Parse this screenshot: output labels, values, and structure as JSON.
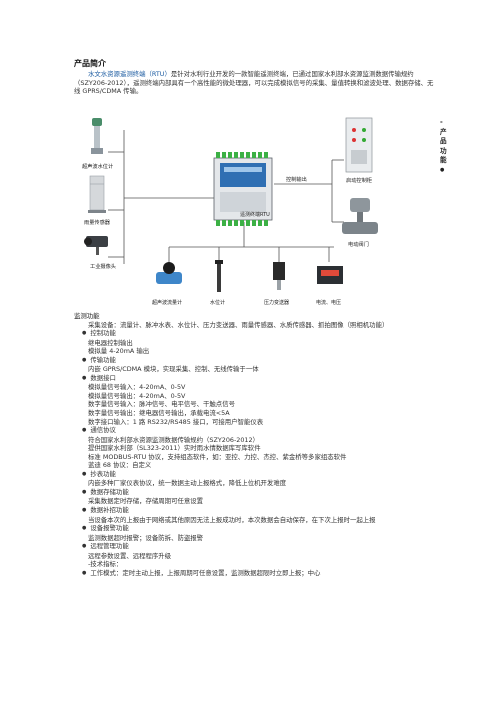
{
  "heading": "产品简介",
  "intro": {
    "highlight": "水文水资源遥测终端（RTU）",
    "rest": "是针对水利行业开发的一款智能遥测终端，已通过国家水利部水资源监测数据传输规约（SZY206-2012），遥测终端内部具有一个高性能的微处理器，可以完成模拟信号的采集、量值转换和滤波处理、数据存储、无线 GPRS/CDMA 传输。"
  },
  "side_title": [
    "-",
    "产",
    "品",
    "功",
    "能",
    "●"
  ],
  "diagram": {
    "left_devices": [
      "超声波水位计",
      "雨量传感器",
      "工业摄像头"
    ],
    "bottom_devices": [
      "超声波流量计",
      "水位计",
      "压力变送器",
      "电流、电压"
    ],
    "right_devices": [
      "启动控制柜",
      "电动阀门"
    ],
    "center_label": "遥测终端RTU",
    "control_label": "控制输出"
  },
  "content": [
    {
      "t": "sec",
      "text": "监测功能"
    },
    {
      "t": "wrap",
      "text": "采集设备：流量计、脉冲水表、水位计、压力变送器、雨量传感器、水质传感器、抓拍图像（照相机功能）"
    },
    {
      "t": "bul",
      "text": "控制功能"
    },
    {
      "t": "ind",
      "text": "继电器控制输出"
    },
    {
      "t": "ind",
      "text": "模拟量 4-20mA 输出"
    },
    {
      "t": "bul",
      "text": "传输功能"
    },
    {
      "t": "ind",
      "text": "内嵌 GPRS/CDMA 模块，实现采集、控制、无线传输于一体"
    },
    {
      "t": "bul",
      "text": "数据接口"
    },
    {
      "t": "ind",
      "text": "模拟量信号输入：4-20mA、0-5V"
    },
    {
      "t": "ind",
      "text": "模拟量信号输出：4-20mA、0-5V"
    },
    {
      "t": "ind",
      "text": "数字量信号输入：脉冲信号、电平信号、干触点信号"
    },
    {
      "t": "ind",
      "text": "数字量信号输出：继电器信号输出，承载电流<5A"
    },
    {
      "t": "ind",
      "text": "数字接口输入：1 路 RS232/RS485 接口，可接用户智能仪表"
    },
    {
      "t": "bul",
      "text": "通信协议"
    },
    {
      "t": "ind",
      "text": "符合国家水利部水资源监测数据传输规约（SZY206-2012）"
    },
    {
      "t": "ind",
      "text": "提供国家水利部（SL323-2011）实时雨水情数据库写库软件"
    },
    {
      "t": "wrapind",
      "text": "标准 MODBUS-RTU 协议，支持组态软件，如：亚控、力控、杰控、紫金桥等多家组态软件"
    },
    {
      "t": "ind",
      "text": "蓝迪 68 协议：自定义"
    },
    {
      "t": "bul",
      "text": "抄表功能"
    },
    {
      "t": "ind",
      "text": "内嵌多种厂家仪表协议，统一数据主动上报格式，降低上位机开发难度"
    },
    {
      "t": "bul",
      "text": "数据存储功能"
    },
    {
      "t": "ind",
      "text": "采集数据定时存储，存储周期可任意设置"
    },
    {
      "t": "bul",
      "text": "数据补招功能"
    },
    {
      "t": "wrapind",
      "text": "当设备本次的上报由于网络或其他原因无法上报成功时，本次数据会自动保存，在下次上报时一起上报"
    },
    {
      "t": "bul",
      "text": "设备报警功能"
    },
    {
      "t": "ind",
      "text": "监测数据超时报警；设备防拆、防盗报警"
    },
    {
      "t": "bul",
      "text": "远程管理功能"
    },
    {
      "t": "ind",
      "text": "远程参数设置、远程程序升级"
    },
    {
      "t": "ind",
      "text": "-技术指标："
    },
    {
      "t": "bul",
      "text": "工作模式：定时主动上报，上报周期可任意设置，监测数据超限时立即上报；中心"
    }
  ]
}
